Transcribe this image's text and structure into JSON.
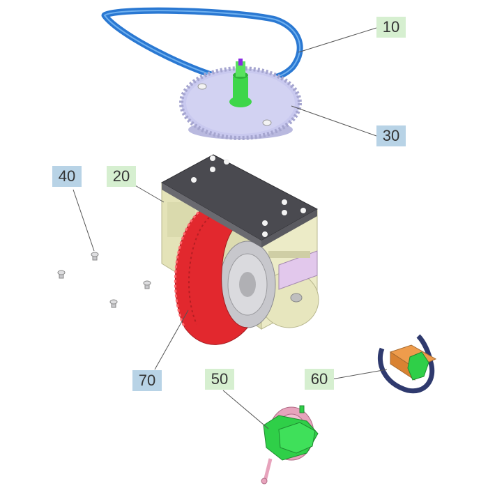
{
  "callouts": {
    "belt": "10",
    "housing": "20",
    "gear": "30",
    "screws": "40",
    "motor": "50",
    "bracket": "60",
    "wheel": "70"
  },
  "colors": {
    "callout_green": "#d6efd0",
    "callout_blue": "#b8d3e6",
    "leader": "#555555",
    "belt": "#2a78d2",
    "gear": "#c9c9ef",
    "shaft": "#3ed64a",
    "housing": "#ecebc7",
    "plate": "#4a4a50",
    "tire": "#e2282e",
    "hub": "#c7c7cc",
    "screw": "#c9c9cc",
    "motor_green": "#2fcf48",
    "motor_pink": "#e7a3bc",
    "bracket_navy": "#2f3a6e",
    "bracket_orange": "#ee9c4c",
    "panel_lavender": "#e2c8ec"
  }
}
